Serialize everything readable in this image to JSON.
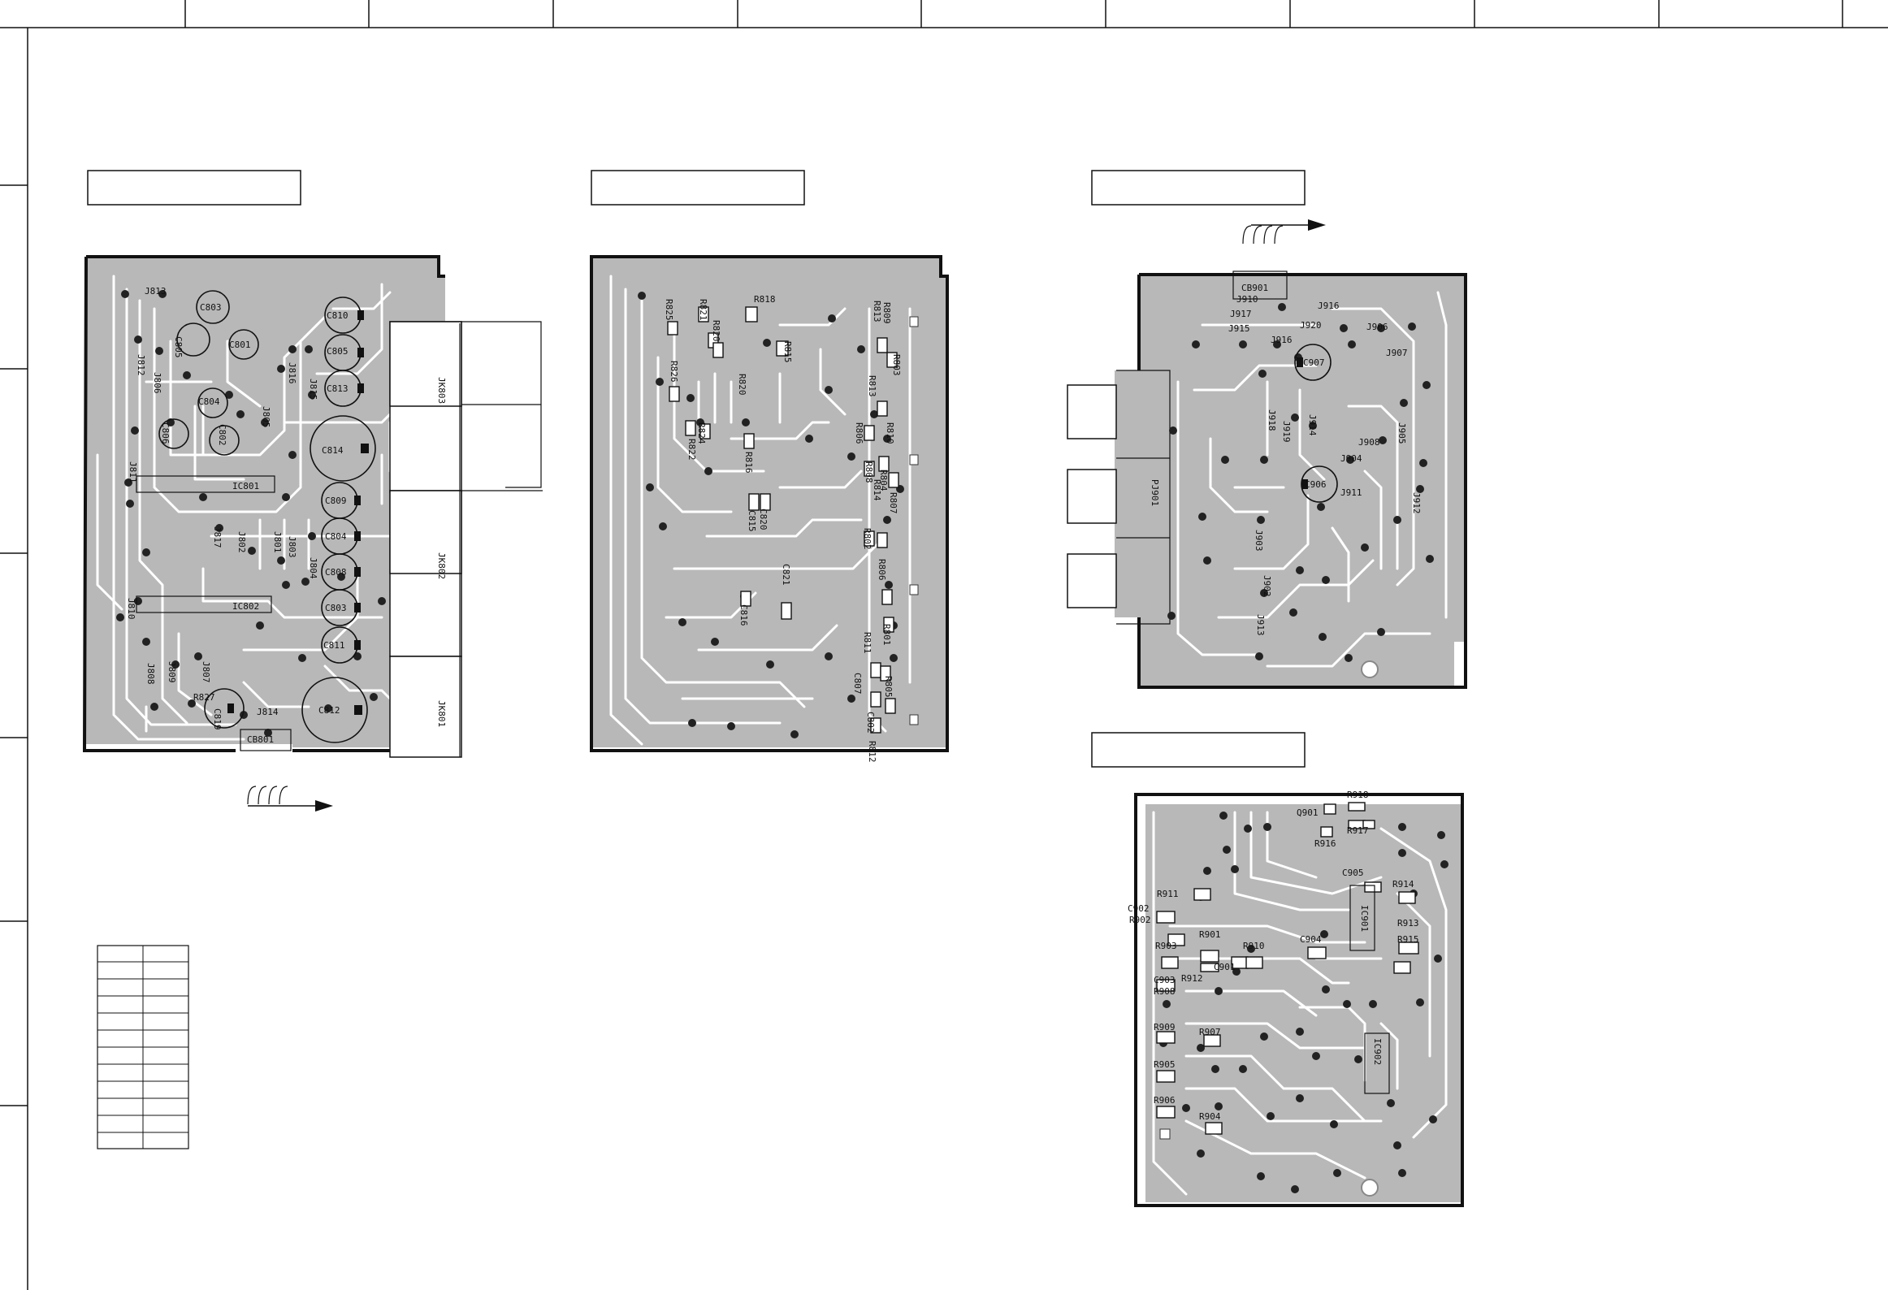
{
  "boards": {
    "b1": {
      "labels": [
        "J813",
        "C803",
        "C805",
        "C801",
        "J812",
        "J806",
        "C804",
        "C806",
        "J805",
        "C802",
        "J816",
        "J815",
        "C810",
        "C805",
        "C813",
        "C814",
        "J811",
        "IC801",
        "J817",
        "J802",
        "J801",
        "J803",
        "J804",
        "C809",
        "C804",
        "C808",
        "C803",
        "J810",
        "IC802",
        "J809",
        "J808",
        "J807",
        "R827",
        "C819",
        "J814",
        "CB801",
        "C811",
        "C812",
        "JK803",
        "JK802",
        "JK801"
      ]
    },
    "b2": {
      "labels": [
        "R825",
        "R821",
        "R820",
        "R818",
        "R815",
        "R826",
        "R820",
        "R813",
        "R824",
        "R822",
        "R816",
        "C815",
        "C820",
        "C821",
        "C816",
        "R809",
        "R803",
        "R813",
        "R806",
        "R810",
        "R808",
        "R814",
        "R804",
        "R807",
        "R802",
        "R806",
        "R811",
        "C807",
        "C802",
        "R805",
        "R812",
        "R801"
      ]
    },
    "b3": {
      "labels": [
        "CB901",
        "J910",
        "J917",
        "J916",
        "J915",
        "J920",
        "J906",
        "J916",
        "C907",
        "J907",
        "J918",
        "J914",
        "J919",
        "J908",
        "J905",
        "J904",
        "C906",
        "J911",
        "J912",
        "J903",
        "J902",
        "J913",
        "PJ901"
      ]
    },
    "b4": {
      "labels": [
        "R918",
        "Q901",
        "R917",
        "R916",
        "C905",
        "R914",
        "R911",
        "C902",
        "R902",
        "R913",
        "IC901",
        "R901",
        "R910",
        "C904",
        "R915",
        "R903",
        "C901",
        "R912",
        "C903",
        "R908",
        "R909",
        "R907",
        "R905",
        "IC902",
        "R906",
        "R904"
      ]
    }
  }
}
